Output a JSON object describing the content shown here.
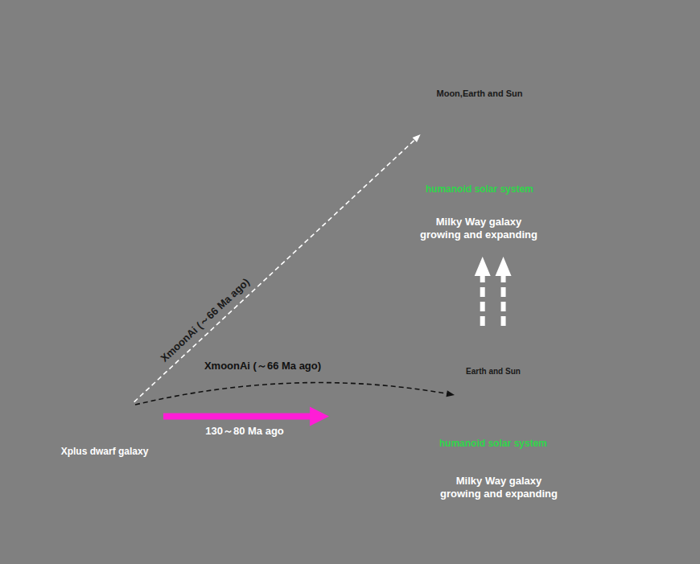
{
  "diagram": {
    "nodes": [
      {
        "text": [
          "Milky Way galaxy growing and expanding"
        ]
      },
      {
        "text": [
          "Moon,Earth and Sun",
          "humanoid solar system"
        ],
        "in": 0
      },
      {
        "text": [
          "Xplus dwarf galaxy"
        ]
      },
      {
        "text": [
          "Milky Way galaxy growing and expanding"
        ]
      },
      {
        "text": [
          "Earth and Sun",
          "humanoid solar system"
        ],
        "in": 3
      }
    ],
    "edges": [
      {
        "from": 2,
        "to": 1,
        "label": "XmoonAi (～66 Ma ago)",
        "arrow": "to"
      },
      {
        "from": 2,
        "to": 4,
        "label": "XmoonAi (～66 Ma ago)",
        "arrow": "to"
      },
      {
        "from": 2,
        "to": 3,
        "label": "130～80 Ma ago",
        "arrow": "to"
      },
      {
        "from": 3,
        "to": 0,
        "arrow": "to"
      },
      {
        "from": 3,
        "to": 0,
        "arrow": "to"
      }
    ]
  }
}
